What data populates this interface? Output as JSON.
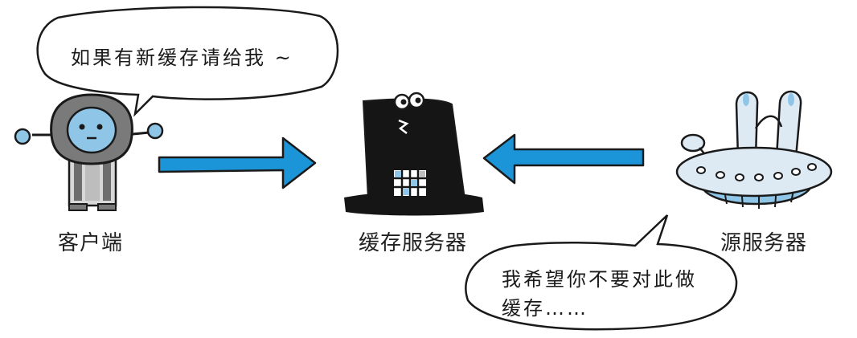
{
  "client": {
    "label": "客户端",
    "speech": "如果有新缓存请给我 ~"
  },
  "cache_server": {
    "label": "缓存服务器"
  },
  "origin_server": {
    "label": "源服务器",
    "speech_line1": "我希望你不要对此做",
    "speech_line2": "缓存……"
  },
  "colors": {
    "arrow": "#1b95d8",
    "outline": "#1a1a1a",
    "robot_body": "#7a7a7a",
    "robot_face": "#8fc6e8",
    "hat": "#151515",
    "ufo_body": "#ddeaf4"
  }
}
